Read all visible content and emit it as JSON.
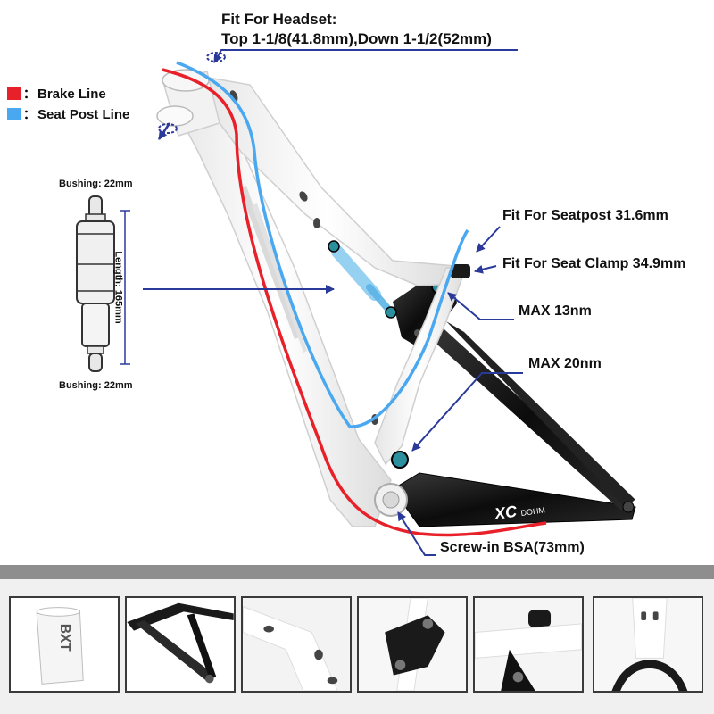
{
  "headset": {
    "title": "Fit For Headset:",
    "spec": "Top 1-1/8(41.8mm),Down 1-1/2(52mm)"
  },
  "legend": {
    "items": [
      {
        "label": "Brake Line",
        "color": "#e8202a"
      },
      {
        "label": "Seat Post Line",
        "color": "#4aa8f0"
      }
    ],
    "separator": "："
  },
  "shock": {
    "bushing_top": "Bushing: 22mm",
    "bushing_bottom": "Bushing: 22mm",
    "length": "Length: 165mm"
  },
  "callouts": {
    "seatpost": "Fit For Seatpost 31.6mm",
    "seat_clamp": "Fit For Seat Clamp 34.9mm",
    "max13": "MAX 13nm",
    "max20": "MAX 20nm",
    "bsa": "Screw-in BSA(73mm)"
  },
  "frame": {
    "logo": "XC",
    "logo_sub": "DOHM"
  },
  "thumb_logo": "BXT",
  "colors": {
    "arrow": "#2a3a9a",
    "brake": "#e8202a",
    "seatpost": "#4aa8f0",
    "frame_white": "#ffffff",
    "frame_black": "#151515",
    "divider": "#8e8e8e"
  },
  "thumbnails": [
    {
      "name": "thumb-bearing-sleeve"
    },
    {
      "name": "thumb-rear-triangle"
    },
    {
      "name": "thumb-headtube-detail"
    },
    {
      "name": "thumb-linkage-detail"
    },
    {
      "name": "thumb-seat-clamp-detail"
    },
    {
      "name": "thumb-seatstay-bridge"
    }
  ]
}
